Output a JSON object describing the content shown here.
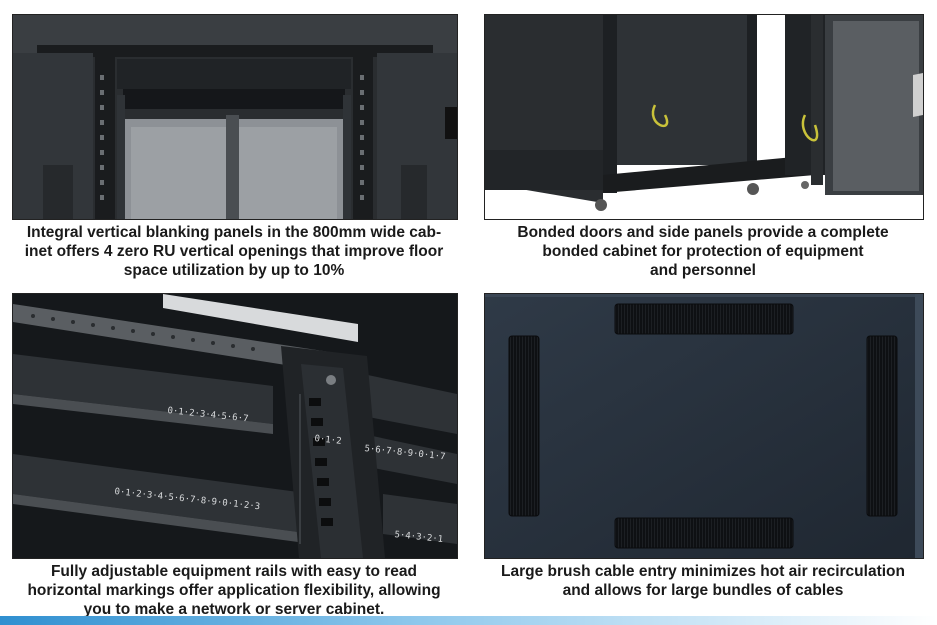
{
  "figures": [
    {
      "caption": "Integral vertical blanking panels in the 800mm wide cab-inet offers 4 zero RU vertical openings that improve floor space utilization by up to 10%",
      "caption_lines": [
        "Integral vertical blanking panels in the 800mm wide cab-",
        "inet offers 4 zero RU vertical openings that improve floor",
        "space utilization by up to 10%"
      ]
    },
    {
      "caption": "Bonded doors and side panels provide a complete bonded cabinet for protection of equipment and personnel",
      "caption_lines": [
        "Bonded doors and side panels provide a complete",
        "bonded cabinet for protection of equipment",
        "and personnel"
      ]
    },
    {
      "caption": "Fully adjustable equipment rails with easy to read horizontal markings offer application flexibility, allowing you to make a network or server cabinet.",
      "caption_lines": [
        "Fully adjustable equipment rails with easy to read",
        "horizontal markings offer application flexibility, allowing",
        "you to make a network or server cabinet."
      ],
      "rail_markings": [
        "0·1·2·3·4·5·6·7",
        "0·1·2·3·4·5·6·7·8·9·0·1·2·3",
        "5·6·7·8·9·0·1·7",
        "0·1·2",
        "5·4·3·2·1"
      ]
    },
    {
      "caption": "Large brush cable entry minimizes hot air recirculation and allows for large bundles of cables",
      "caption_lines": [
        "Large brush cable entry minimizes hot air recirculation",
        "and allows for large bundles of cables"
      ]
    }
  ],
  "colors": {
    "caption_text": "#1a1a1a",
    "accent_wave": "#2f8fd0",
    "cabinet_dark": "#1c1f22",
    "panel_blue": "#2b3440"
  }
}
